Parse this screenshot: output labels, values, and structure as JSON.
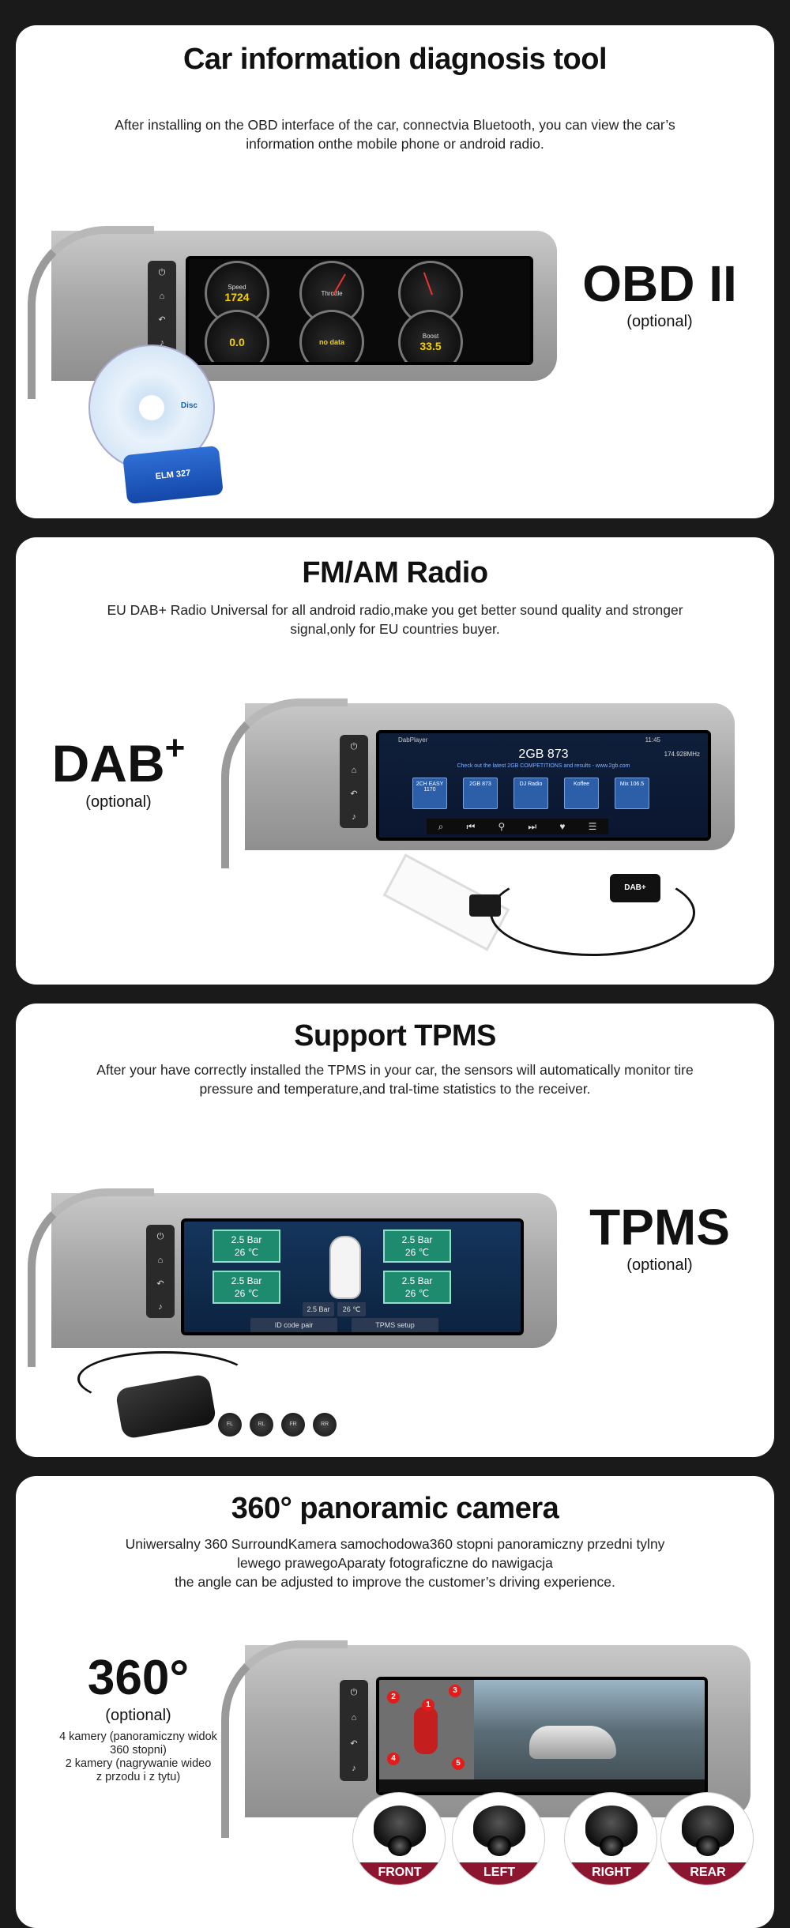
{
  "obd": {
    "title": "Car information diagnosis tool",
    "description": "After installing on the OBD interface of the car, connectvia Bluetooth, you can view the car’s information onthe mobile phone or android radio.",
    "badge": "OBD II",
    "badge_sub": "(optional)",
    "gauges": [
      {
        "label": "Speed",
        "value": "1724"
      },
      {
        "label": "Throttle",
        "value": ""
      },
      {
        "label": "",
        "value": ""
      },
      {
        "label": "",
        "value": "0.0"
      },
      {
        "label": "",
        "value": "no data"
      },
      {
        "label": "Boost",
        "value": "33.5"
      }
    ],
    "adapter_label": "ELM 327",
    "cd_label": "Disc"
  },
  "dab": {
    "title": "FM/AM Radio",
    "description": "EU DAB+ Radio Universal for all android radio,make you get better sound quality and stronger signal,only for EU countries buyer.",
    "badge": "DAB",
    "badge_sup": "+",
    "badge_sub": "(optional)",
    "app_name": "DabPlayer",
    "station_title": "2GB 873",
    "station_sub": "Check out the latest 2GB COMPETITIONS and results - www.2gb.com",
    "frequency": "174.928MHz",
    "time": "11:45",
    "stations": [
      "2CH EASY 1170",
      "2GB 873",
      "DJ Radio",
      "Koffee",
      "Mix 106.5"
    ],
    "dongle_label": "DAB+"
  },
  "tpms": {
    "title": "Support TPMS",
    "description": "After your have correctly installed the TPMS in your car, the sensors will automatically monitor tire pressure and temperature,and tral-time statistics to the receiver.",
    "badge": "TPMS",
    "badge_sub": "(optional)",
    "tires": [
      {
        "pressure": "2.5 Bar",
        "temp": "26 ℃"
      },
      {
        "pressure": "2.5 Bar",
        "temp": "26 ℃"
      },
      {
        "pressure": "2.5 Bar",
        "temp": "26 ℃"
      },
      {
        "pressure": "2.5 Bar",
        "temp": "26 ℃"
      }
    ],
    "spare": {
      "pressure": "2.5 Bar",
      "temp": "26 ℃"
    },
    "buttons": [
      "ID code pair",
      "TPMS setup"
    ],
    "sensors": [
      "FL",
      "RL",
      "FR",
      "RR"
    ]
  },
  "camera": {
    "title": "360° panoramic camera",
    "description_lines": [
      "Uniwersalny 360 SurroundKamera samochodowa360 stopni panoramiczny przedni tylny",
      "lewego prawegoAparaty fotograficzne do nawigacja",
      "the angle can be adjusted to improve the customer’s driving experience."
    ],
    "badge": "360°",
    "badge_sub": "(optional)",
    "notes": [
      "4 kamery (panoramiczny widok",
      "360 stopni)",
      "2 kamery (nagrywanie wideo",
      "z przodu i z tytu)"
    ],
    "markers": [
      "1",
      "2",
      "3",
      "4",
      "5"
    ],
    "cameras": [
      "FRONT",
      "LEFT",
      "RIGHT",
      "REAR"
    ]
  }
}
